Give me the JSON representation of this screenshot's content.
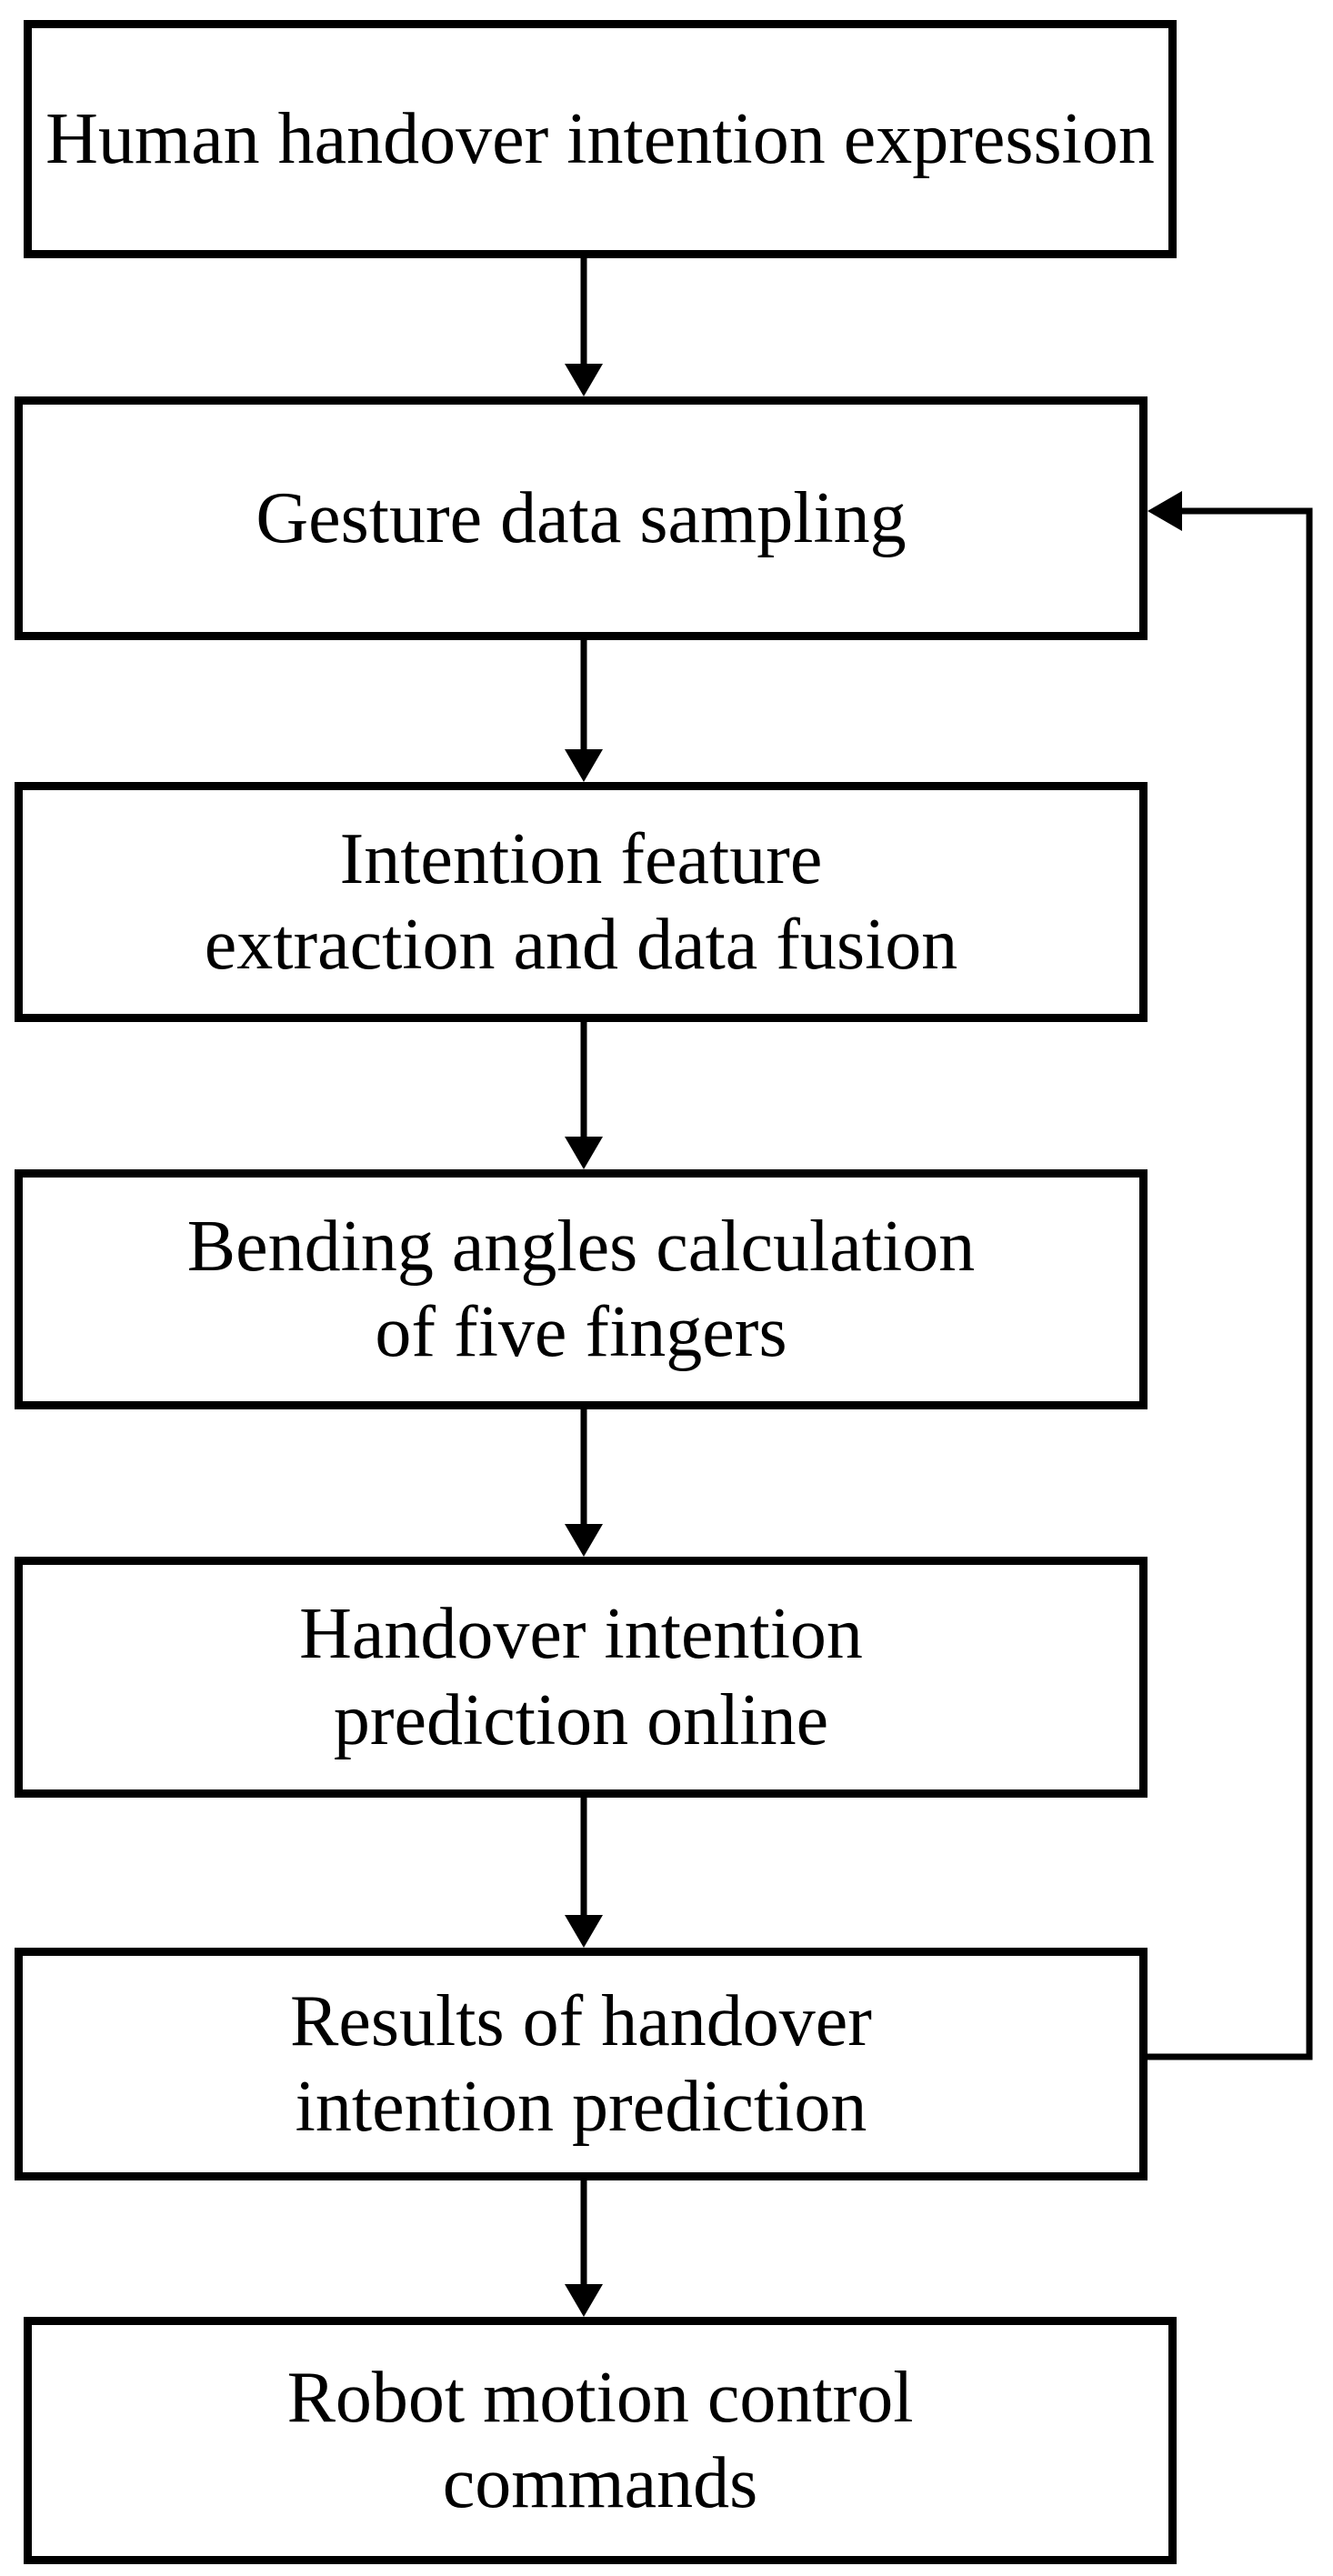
{
  "diagram": {
    "type": "flowchart",
    "background_color": "#ffffff",
    "stroke_color": "#000000",
    "text_color": "#000000",
    "nodes": [
      {
        "id": "human-handover-intention-expression",
        "label": "Human handover intention expression"
      },
      {
        "id": "gesture-data-sampling",
        "label": "Gesture data sampling"
      },
      {
        "id": "intention-feature-extraction-and-data-fusion",
        "label": "Intention feature\nextraction and data fusion"
      },
      {
        "id": "bending-angles-calculation-of-five-fingers",
        "label": "Bending angles calculation\nof five fingers"
      },
      {
        "id": "handover-intention-prediction-online",
        "label": "Handover intention\nprediction online"
      },
      {
        "id": "results-of-handover-intention-prediction",
        "label": "Results of handover\nintention prediction"
      },
      {
        "id": "robot-motion-control-commands",
        "label": "Robot motion control\ncommands"
      }
    ],
    "edges": [
      {
        "from": "human-handover-intention-expression",
        "to": "gesture-data-sampling",
        "style": "arrow-down"
      },
      {
        "from": "gesture-data-sampling",
        "to": "intention-feature-extraction-and-data-fusion",
        "style": "arrow-down"
      },
      {
        "from": "intention-feature-extraction-and-data-fusion",
        "to": "bending-angles-calculation-of-five-fingers",
        "style": "arrow-down"
      },
      {
        "from": "bending-angles-calculation-of-five-fingers",
        "to": "handover-intention-prediction-online",
        "style": "arrow-down"
      },
      {
        "from": "handover-intention-prediction-online",
        "to": "results-of-handover-intention-prediction",
        "style": "arrow-down"
      },
      {
        "from": "results-of-handover-intention-prediction",
        "to": "robot-motion-control-commands",
        "style": "arrow-down"
      },
      {
        "from": "results-of-handover-intention-prediction",
        "to": "gesture-data-sampling",
        "style": "feedback-right-up-left-arrow"
      }
    ]
  }
}
